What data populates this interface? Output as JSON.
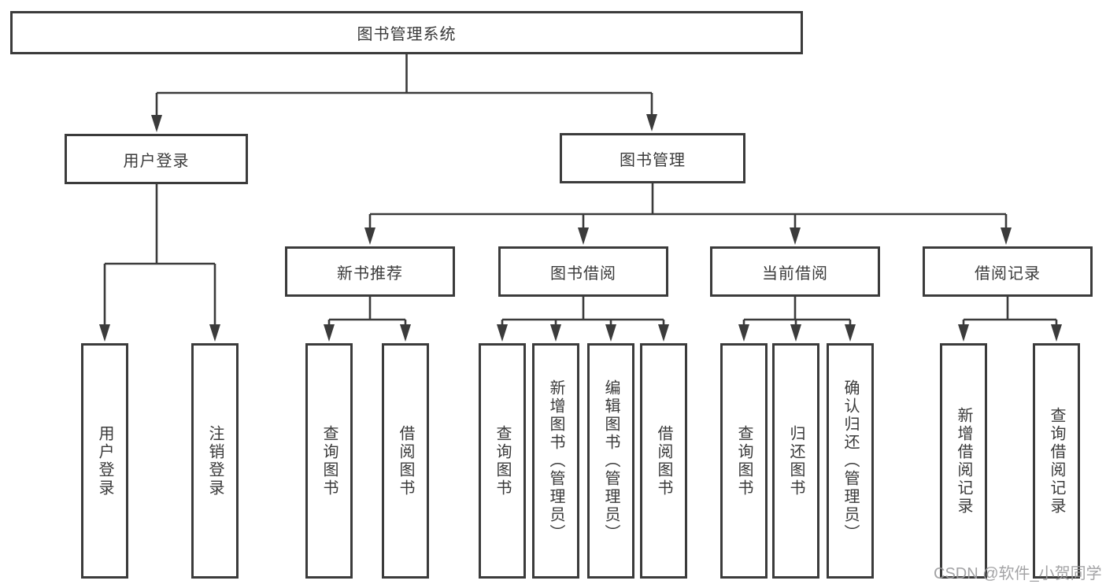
{
  "diagram": {
    "type": "hierarchy-tree",
    "colors": {
      "line": "#3b3b3b",
      "border": "#3b3b3b",
      "text": "#3a3a3a",
      "background": "#ffffff",
      "watermark": "#9c9c9e"
    },
    "root": {
      "label": "图书管理系统"
    },
    "level2": [
      {
        "label": "用户登录"
      },
      {
        "label": "图书管理"
      }
    ],
    "level3": [
      {
        "label": "新书推荐",
        "parent": "图书管理"
      },
      {
        "label": "图书借阅",
        "parent": "图书管理"
      },
      {
        "label": "当前借阅",
        "parent": "图书管理"
      },
      {
        "label": "借阅记录",
        "parent": "图书管理"
      }
    ],
    "leaves": [
      {
        "label": "用户登录",
        "parent": "用户登录"
      },
      {
        "label": "注销登录",
        "parent": "用户登录"
      },
      {
        "label": "查询图书",
        "parent": "新书推荐"
      },
      {
        "label": "借阅图书",
        "parent": "新书推荐"
      },
      {
        "label": "查询图书",
        "parent": "图书借阅"
      },
      {
        "label": "新增图书（管理员）",
        "parent": "图书借阅"
      },
      {
        "label": "编辑图书（管理员）",
        "parent": "图书借阅"
      },
      {
        "label": "借阅图书",
        "parent": "图书借阅"
      },
      {
        "label": "查询图书",
        "parent": "当前借阅"
      },
      {
        "label": "归还图书",
        "parent": "当前借阅"
      },
      {
        "label": "确认归还（管理员）",
        "parent": "当前借阅"
      },
      {
        "label": "新增借阅记录",
        "parent": "借阅记录"
      },
      {
        "label": "查询借阅记录",
        "parent": "借阅记录"
      }
    ]
  },
  "watermark": {
    "text": "CSDN @软件_小贺同学"
  }
}
